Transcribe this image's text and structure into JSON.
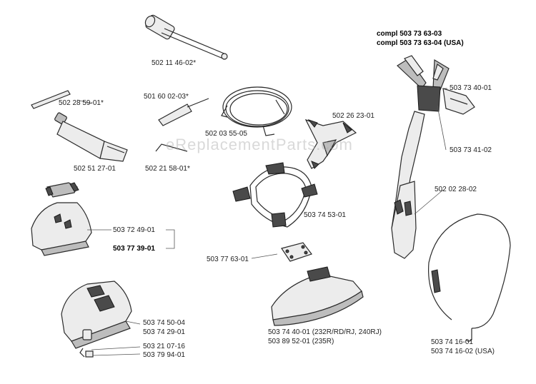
{
  "watermark": "eReplacementParts.com",
  "labels": {
    "compl_1": "compl 503 73 63-03",
    "compl_2": "compl 503 73 63-04 (USA)",
    "p_502_11_46_02": "502 11 46-02*",
    "p_503_73_40_01": "503 73 40-01",
    "p_502_28_59_01": "502 28 59-01*",
    "p_501_60_02_03": "501 60 02-03*",
    "p_502_26_23_01": "502 26 23-01",
    "p_502_03_55_05": "502 03 55-05",
    "p_503_73_41_02": "503 73 41-02",
    "p_502_51_27_01": "502 51 27-01",
    "p_502_21_58_01": "502 21 58-01*",
    "p_502_02_28_02": "502 02 28-02",
    "p_503_74_53_01": "503 74 53-01",
    "p_503_72_49_01": "503 72 49-01",
    "p_503_77_39_01": "503 77 39-01",
    "p_503_77_63_01": "503 77 63-01",
    "p_503_74_50_04": "503 74 50-04",
    "p_503_74_29_01": "503 74 29-01",
    "p_503_74_40_01": "503 74 40-01 (232R/RD/RJ, 240RJ)",
    "p_503_89_52_01": "503 89 52-01 (235R)",
    "p_503_21_07_16": "503 21 07-16",
    "p_503_79_94_01": "503 79 94-01",
    "p_503_74_16_01": "503 74 16-01",
    "p_503_74_16_02": "503 74 16-02 (USA)"
  }
}
